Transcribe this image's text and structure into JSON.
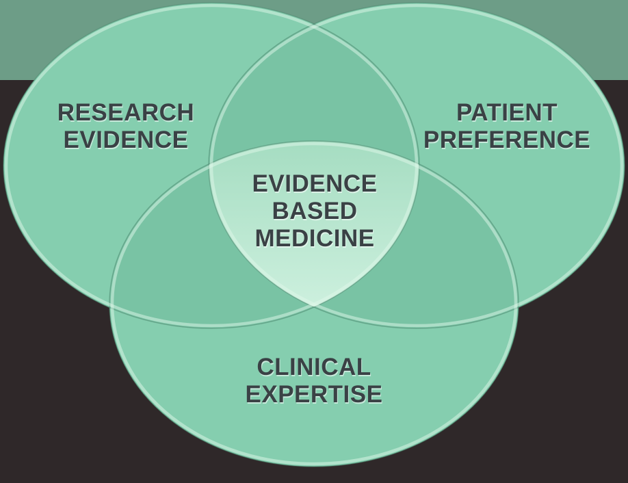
{
  "diagram": {
    "type": "venn-3-circle",
    "topic": "evidence based medicine",
    "circles": [
      {
        "id": "research-evidence",
        "lines": [
          "RESEARCH",
          "EVIDENCE"
        ]
      },
      {
        "id": "patient-preference",
        "lines": [
          "PATIENT",
          "PREFERENCE"
        ]
      },
      {
        "id": "clinical-expertise",
        "lines": [
          "CLINICAL",
          "EXPERTISE"
        ]
      }
    ],
    "center_intersection": {
      "id": "evidence-based-medicine",
      "lines": [
        "EVIDENCE",
        "BASED",
        "MEDICINE"
      ]
    }
  },
  "colors": {
    "bg_dark": "#2f2829",
    "band": "#6d9d87",
    "fill_single": "#85ceaf",
    "fill_overlap": "#79c3a4",
    "center_top": "#a6ddc2",
    "center_bottom": "#cdf0de",
    "rim_light": "#dff8ea",
    "edge_dark": "#4e8670",
    "text": "#3a4145"
  }
}
